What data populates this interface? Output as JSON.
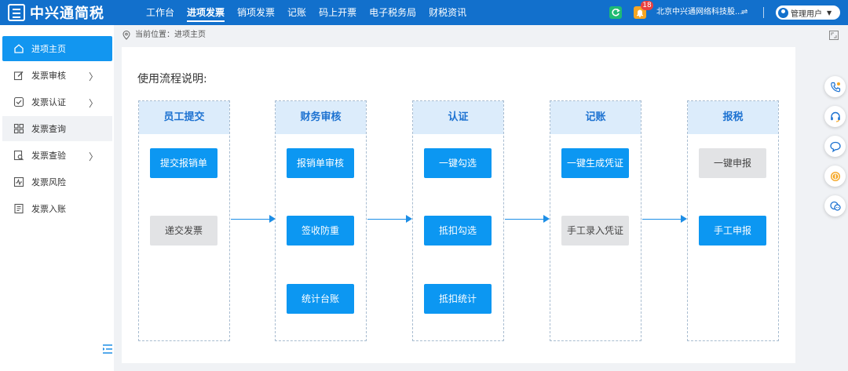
{
  "app": {
    "title": "中兴通简税"
  },
  "nav": {
    "items": [
      {
        "label": "工作台"
      },
      {
        "label": "进项发票",
        "active": true
      },
      {
        "label": "销项发票"
      },
      {
        "label": "记账"
      },
      {
        "label": "码上开票"
      },
      {
        "label": "电子税务局"
      },
      {
        "label": "财税资讯"
      }
    ]
  },
  "header": {
    "notification_count": "18",
    "company": "北京中兴通网络科技股...",
    "switch_icon": "⇌",
    "user": "管理用户",
    "caret": "▼"
  },
  "sidebar": {
    "items": [
      {
        "label": "进项主页",
        "icon": "home-icon",
        "active": true
      },
      {
        "label": "发票审核",
        "icon": "edit-icon",
        "arrow": "〉"
      },
      {
        "label": "发票认证",
        "icon": "check-box-icon",
        "arrow": "〉"
      },
      {
        "label": "发票查询",
        "icon": "grid-icon",
        "highlight": true
      },
      {
        "label": "发票查验",
        "icon": "document-search-icon",
        "arrow": "〉"
      },
      {
        "label": "发票风险",
        "icon": "pulse-icon"
      },
      {
        "label": "发票入账",
        "icon": "ledger-icon"
      }
    ]
  },
  "breadcrumb": {
    "text": "当前位置：进项主页"
  },
  "flow": {
    "title": "使用流程说明:",
    "columns": [
      {
        "title": "员工提交",
        "buttons": [
          {
            "label": "提交报销单",
            "state": "primary"
          },
          {
            "label": "递交发票",
            "state": "disabled"
          }
        ]
      },
      {
        "title": "财务审核",
        "buttons": [
          {
            "label": "报销单审核",
            "state": "primary"
          },
          {
            "label": "签收防重",
            "state": "primary"
          },
          {
            "label": "统计台账",
            "state": "primary"
          }
        ]
      },
      {
        "title": "认证",
        "buttons": [
          {
            "label": "一键勾选",
            "state": "primary"
          },
          {
            "label": "抵扣勾选",
            "state": "primary"
          },
          {
            "label": "抵扣统计",
            "state": "primary"
          }
        ]
      },
      {
        "title": "记账",
        "buttons": [
          {
            "label": "一键生成凭证",
            "state": "primary"
          },
          {
            "label": "手工录入凭证",
            "state": "disabled"
          }
        ]
      },
      {
        "title": "报税",
        "buttons": [
          {
            "label": "一键申报",
            "state": "disabled"
          },
          {
            "label": "手工申报",
            "state": "primary"
          }
        ]
      }
    ]
  },
  "float_tools": [
    {
      "icon": "phone-icon"
    },
    {
      "icon": "headset-icon"
    },
    {
      "icon": "chat-bubble-icon"
    },
    {
      "icon": "coin-icon"
    },
    {
      "icon": "chat-multi-icon"
    }
  ],
  "colors": {
    "topbar": "#1270cc",
    "primary_button": "#0c97f2",
    "disabled_button": "#e2e3e5",
    "column_head": "#dcecfb",
    "sidebar_active": "#1296f0"
  }
}
